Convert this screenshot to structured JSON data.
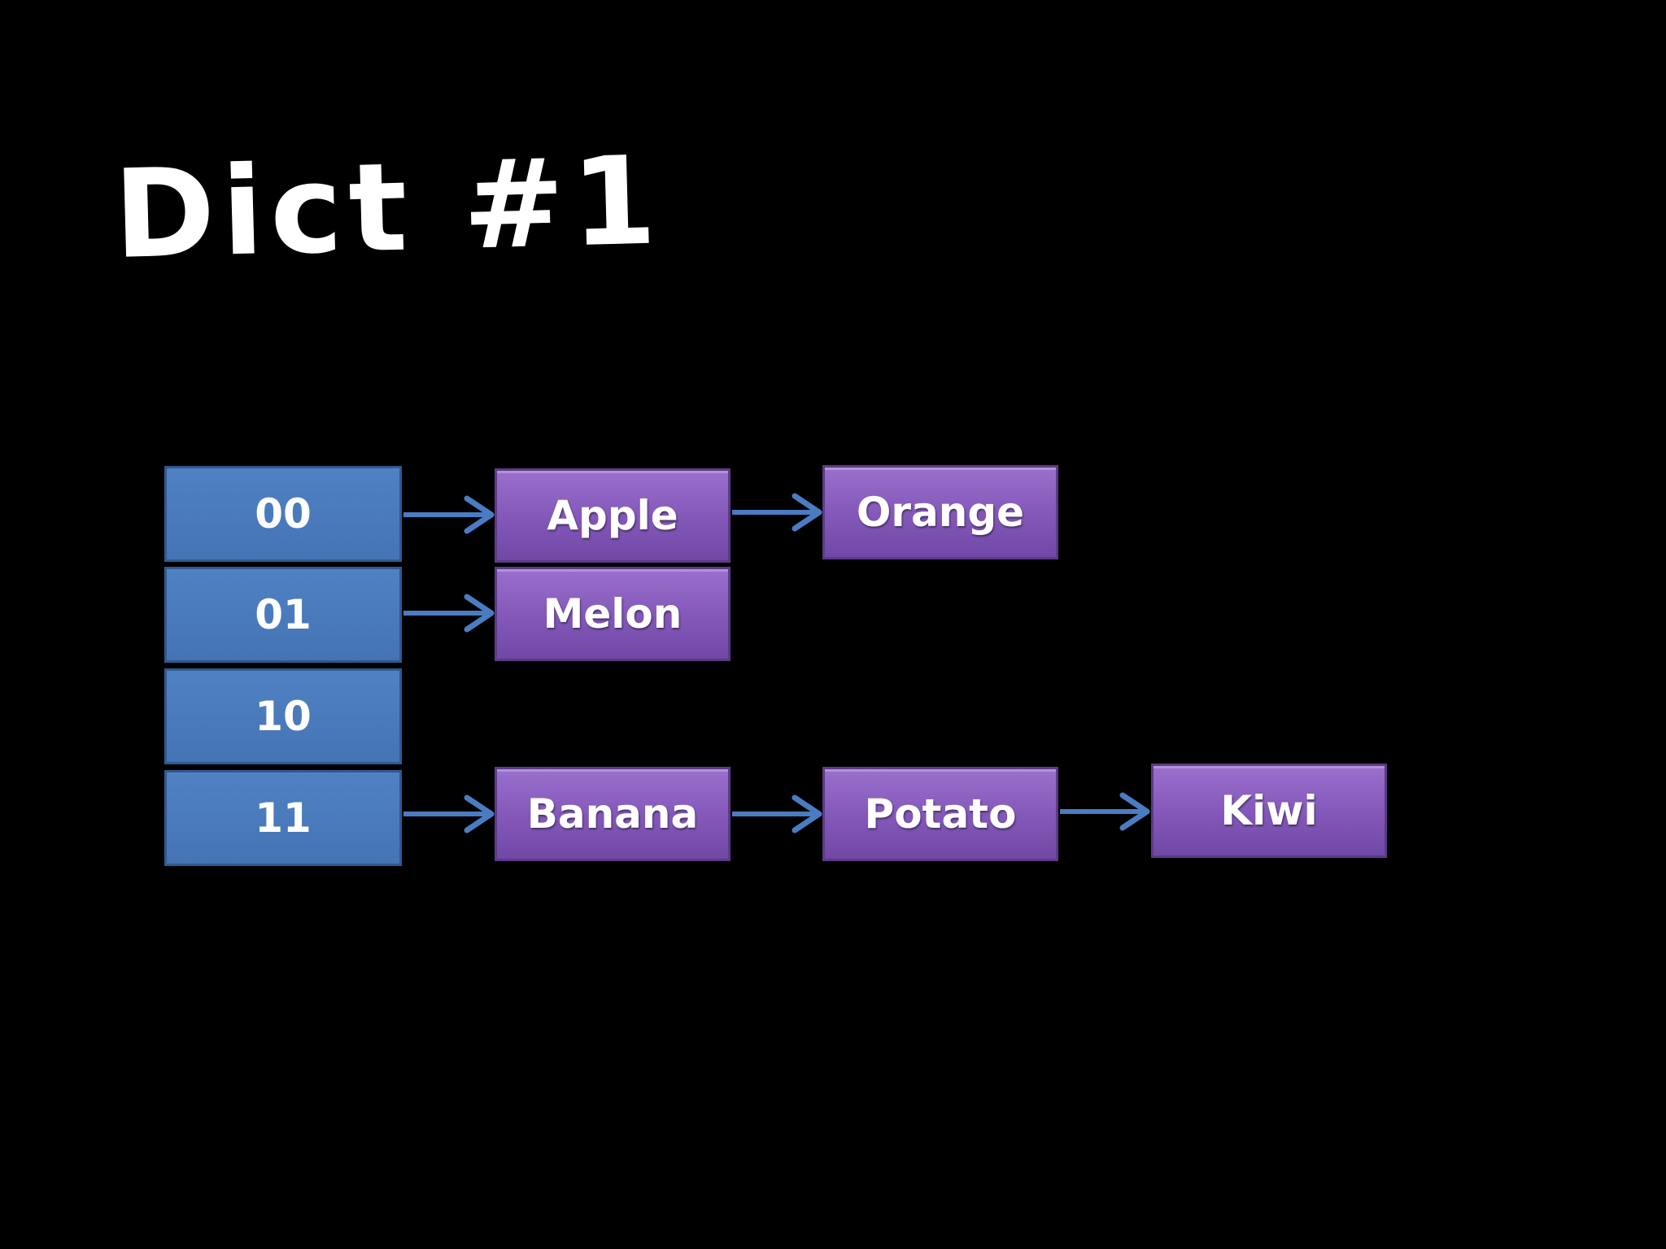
{
  "title": "Dict #1",
  "colors": {
    "background": "#000000",
    "bucket_fill": "#4f81bd",
    "node_fill": "#8064a2",
    "arrow": "#4a7cc2",
    "text": "#ffffff"
  },
  "buckets": [
    {
      "label": "00",
      "chain": [
        "Apple",
        "Orange"
      ]
    },
    {
      "label": "01",
      "chain": [
        "Melon"
      ]
    },
    {
      "label": "10",
      "chain": []
    },
    {
      "label": "11",
      "chain": [
        "Banana",
        "Potato",
        "Kiwi"
      ]
    }
  ]
}
